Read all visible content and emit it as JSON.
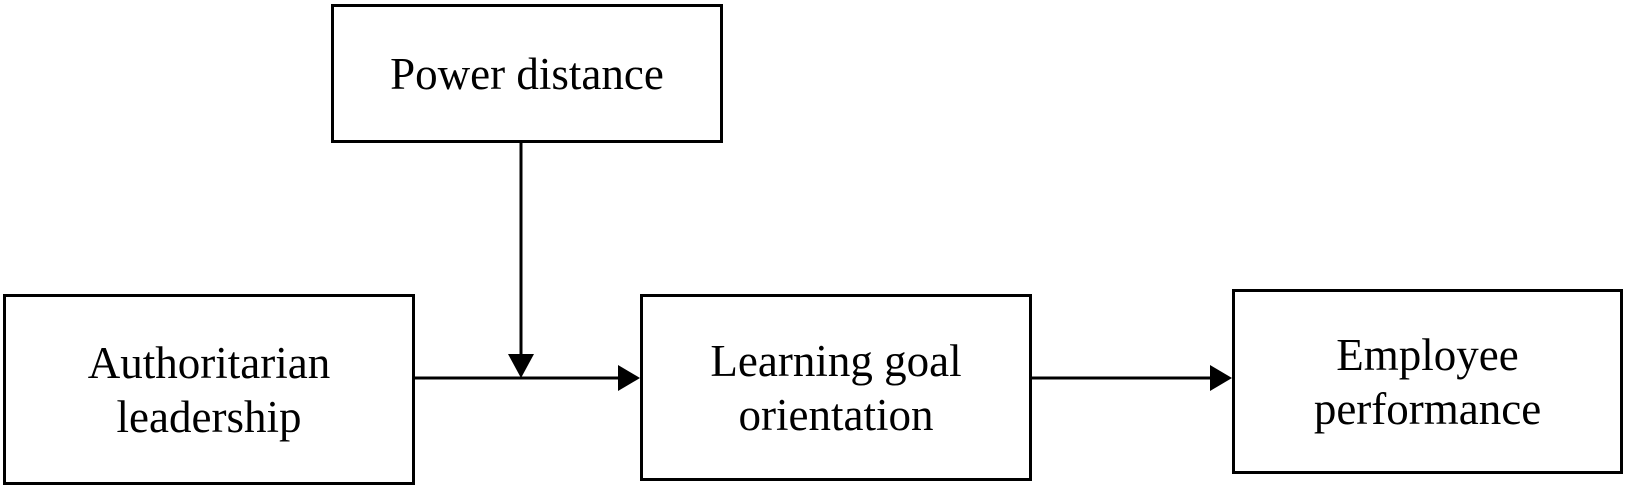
{
  "diagram": {
    "nodes": {
      "power_distance": {
        "label": "Power distance"
      },
      "authoritarian_leadership": {
        "label": "Authoritarian\nleadership"
      },
      "learning_goal_orientation": {
        "label": "Learning goal\norientation"
      },
      "employee_performance": {
        "label": "Employee\nperformance"
      }
    },
    "edges": [
      {
        "from": "authoritarian_leadership",
        "to": "learning_goal_orientation"
      },
      {
        "from": "learning_goal_orientation",
        "to": "employee_performance"
      },
      {
        "from": "power_distance",
        "to": "authoritarian_leadership→learning_goal_orientation"
      }
    ]
  }
}
